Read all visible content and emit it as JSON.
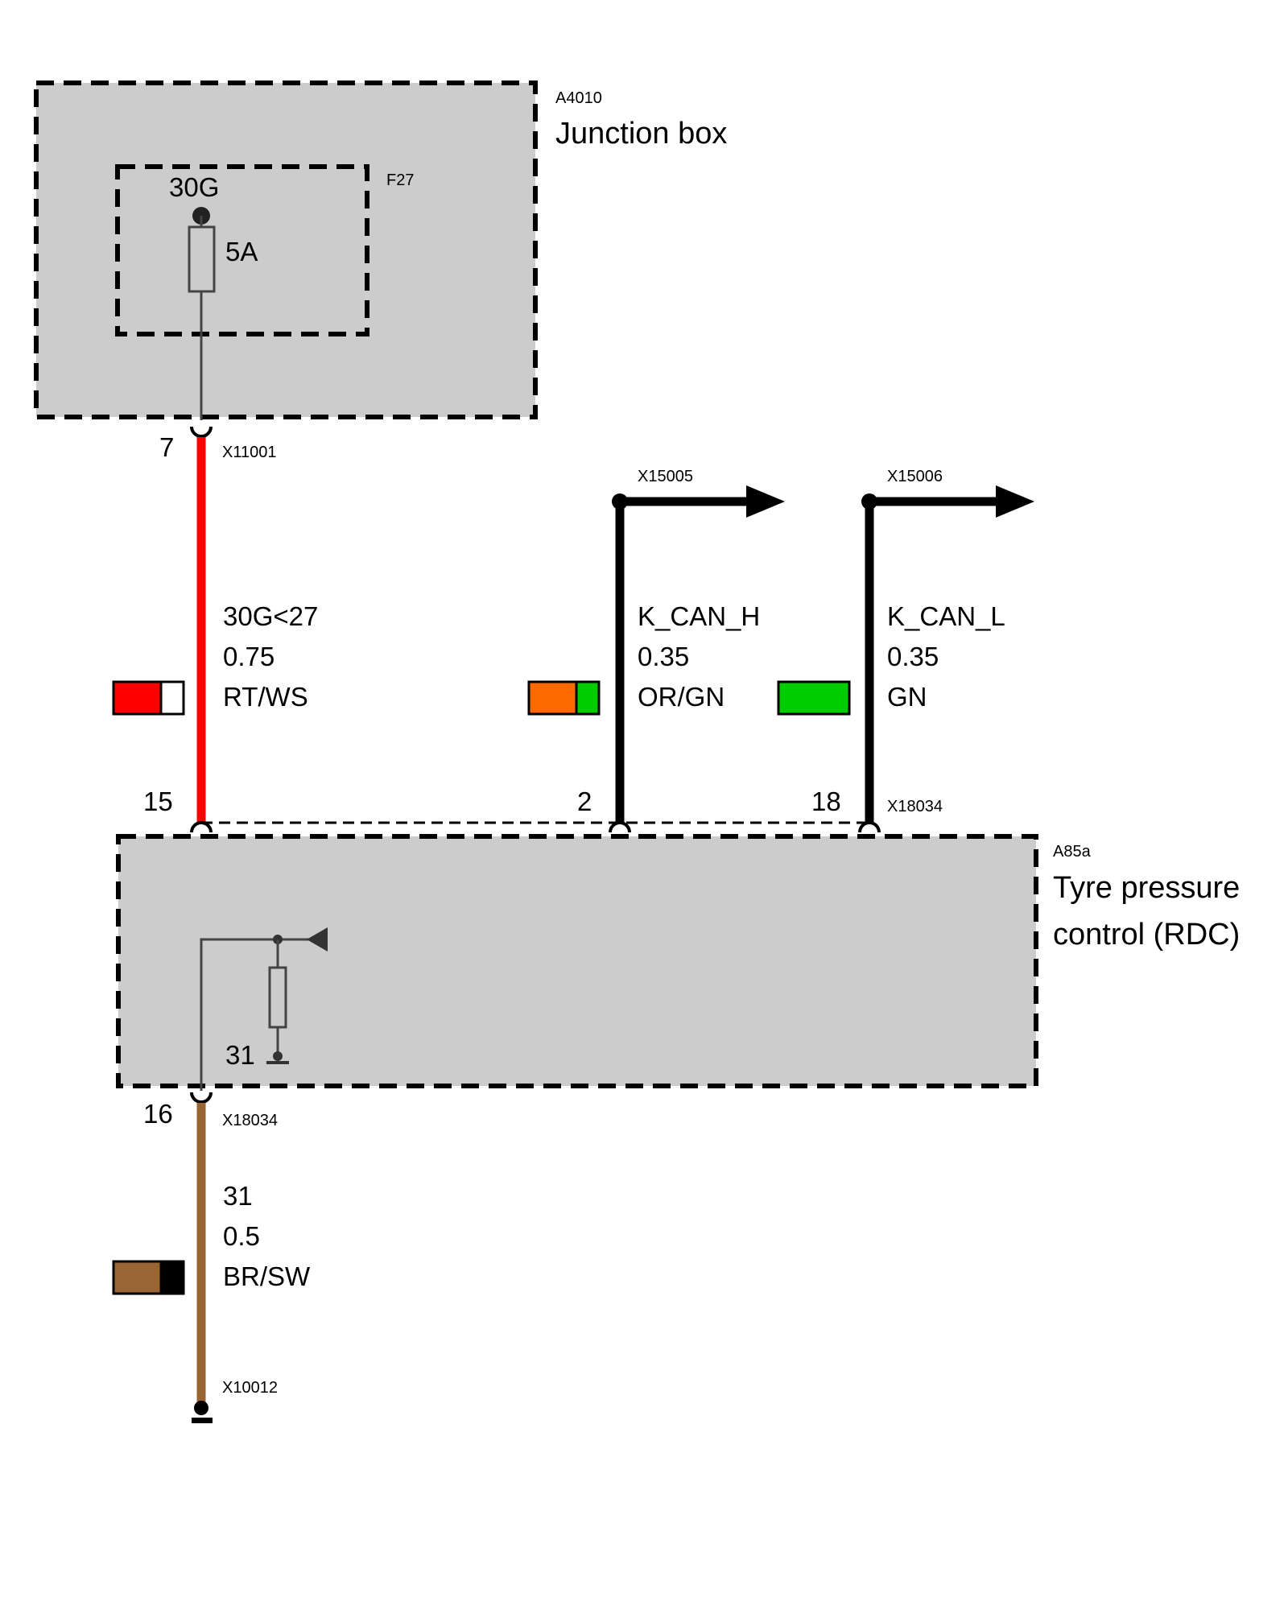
{
  "junction_box": {
    "id": "A4010",
    "name": "Junction box"
  },
  "fuse": {
    "id": "F27",
    "terminal": "30G",
    "rating": "5A"
  },
  "rdc_module": {
    "id": "A85a",
    "name_line1": "Tyre pressure",
    "name_line2": "control (RDC)"
  },
  "internal_ground": "31",
  "wires": {
    "power": {
      "from_pin": "7",
      "from_connector": "X11001",
      "to_pin": "15",
      "signal": "30G<27",
      "gauge": "0.75",
      "color_code": "RT/WS",
      "color_primary": "#ff0000",
      "color_secondary": "#ffffff"
    },
    "can_high": {
      "connector": "X15005",
      "to_pin": "2",
      "signal": "K_CAN_H",
      "gauge": "0.35",
      "color_code": "OR/GN",
      "color_primary": "#ff6a00",
      "color_secondary": "#00cc00"
    },
    "can_low": {
      "connector": "X15006",
      "to_pin": "18",
      "to_connector": "X18034",
      "signal": "K_CAN_L",
      "gauge": "0.35",
      "color_code": "GN",
      "color_primary": "#00cc00",
      "color_secondary": "#00cc00"
    },
    "ground": {
      "from_pin": "16",
      "from_connector": "X18034",
      "to_connector": "X10012",
      "signal": "31",
      "gauge": "0.5",
      "color_code": "BR/SW",
      "color_primary": "#996633",
      "color_secondary": "#000000"
    }
  },
  "colors": {
    "module_fill": "#cccccc",
    "can_wire": "#000000"
  }
}
